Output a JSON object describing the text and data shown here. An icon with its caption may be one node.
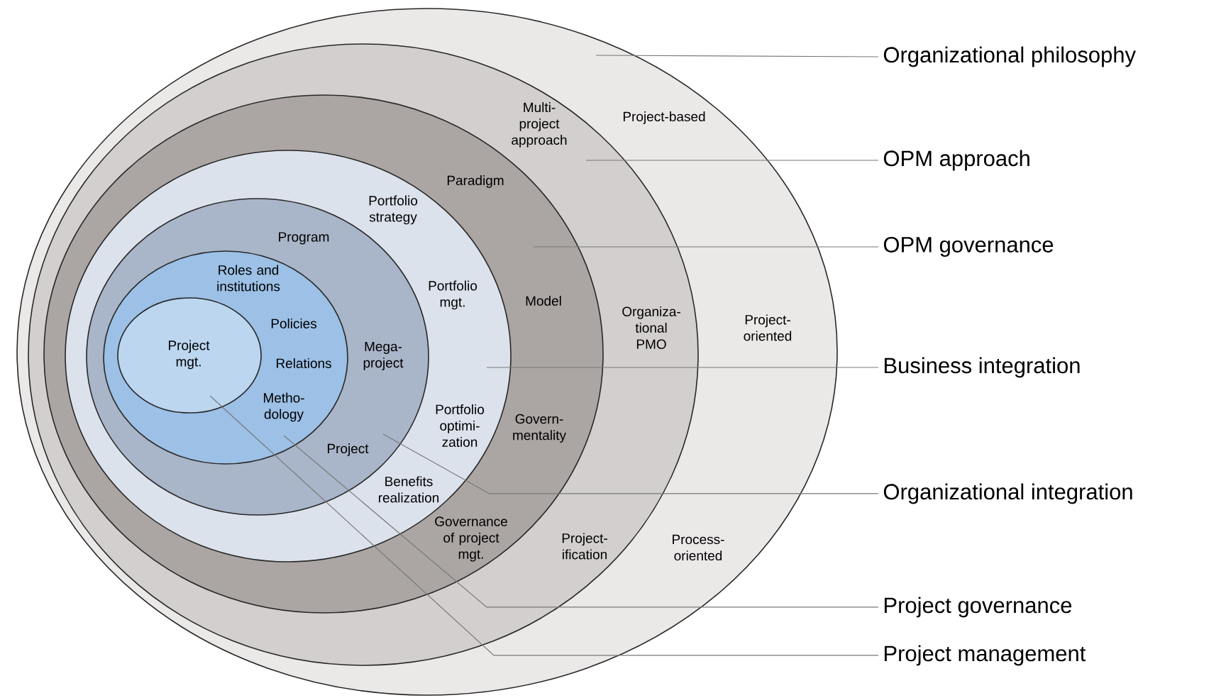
{
  "diagram": {
    "nodes": [
      {
        "text": [
          "Project-based",
          "Project-oriented",
          "Process-oriented"
        ]
      },
      {
        "text": [
          "Multi-project approach",
          "Organiza-tional PMO",
          "Project-ification"
        ],
        "in": 0
      },
      {
        "text": [
          "Paradigm",
          "Model",
          "Govern-mentality",
          "Governance of project mgt."
        ],
        "in": 1
      },
      {
        "text": [
          "Portfolio strategy",
          "Portfolio mgt.",
          "Portfolio optimi-zation",
          "Benefits realization"
        ],
        "in": 2
      },
      {
        "text": [
          "Program",
          "Mega-project",
          "Project"
        ],
        "in": 3
      },
      {
        "text": [
          "Roles and institutions",
          "Policies",
          "Relations",
          "Metho-dology"
        ],
        "in": 4
      },
      {
        "text": [
          "Project mgt."
        ],
        "in": 5
      },
      {
        "text": [
          "Organizational philosophy"
        ]
      },
      {
        "text": [
          "OPM approach"
        ]
      },
      {
        "text": [
          "OPM governance"
        ]
      },
      {
        "text": [
          "Business integration"
        ]
      },
      {
        "text": [
          "Organizational integration"
        ]
      },
      {
        "text": [
          "Project governance"
        ]
      },
      {
        "text": [
          "Project management"
        ]
      }
    ],
    "edges": [
      {
        "from": 7,
        "to": 0,
        "arrow": "none"
      },
      {
        "from": 8,
        "to": 1,
        "arrow": "none"
      },
      {
        "from": 9,
        "to": 2,
        "arrow": "none"
      },
      {
        "from": 10,
        "to": 3,
        "arrow": "none"
      },
      {
        "from": 11,
        "to": 4,
        "arrow": "none"
      },
      {
        "from": 12,
        "to": 5,
        "arrow": "none"
      },
      {
        "from": 13,
        "to": 6,
        "arrow": "none"
      }
    ]
  }
}
